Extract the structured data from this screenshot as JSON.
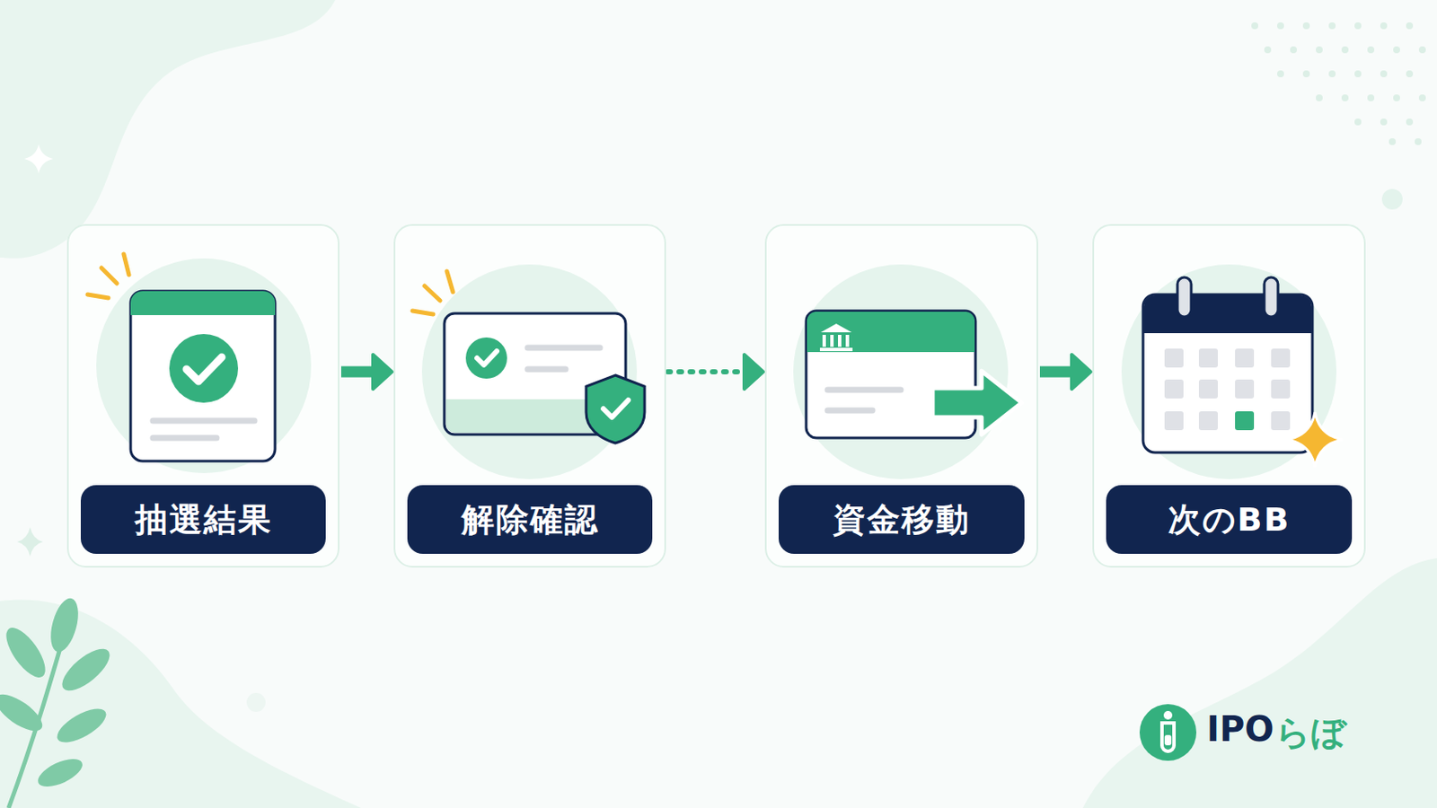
{
  "diagram": {
    "nodes": [
      {
        "text": [
          "抽選結果"
        ]
      },
      {
        "text": [
          "解除確認"
        ]
      },
      {
        "text": [
          "資金移動"
        ]
      },
      {
        "text": [
          "次のBB"
        ]
      }
    ],
    "edges": [
      {
        "from": 0,
        "to": 1,
        "arrow": "to"
      },
      {
        "from": 1,
        "to": 2,
        "arrow": "to"
      },
      {
        "from": 2,
        "to": 3,
        "arrow": "to"
      }
    ],
    "labels": [
      "IPO",
      "らぼ"
    ]
  }
}
